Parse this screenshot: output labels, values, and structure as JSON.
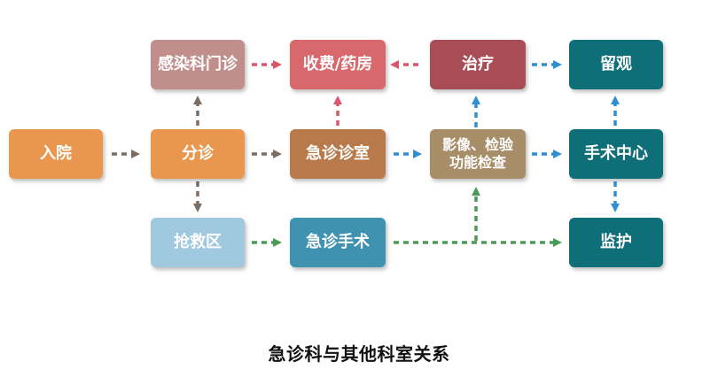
{
  "diagram": {
    "caption": "急诊科与其他科室关系",
    "colors": {
      "orange": "#e9974f",
      "rose": "#c08f8c",
      "red": "#d9686d",
      "maroon": "#a84d55",
      "brown": "#b87a4a",
      "khaki": "#a78d68",
      "teal": "#0f6f78",
      "blue": "#3f93b0",
      "lightblue": "#a0c8de",
      "arrow_gray": "#7c6d63",
      "arrow_red": "#d9556a",
      "arrow_blue": "#2f8fd0",
      "arrow_green": "#4c9a57"
    },
    "nodes": {
      "admission": "入院",
      "triage": "分诊",
      "infection_clinic": "感染科门诊",
      "cashier_pharmacy": "收费/药房",
      "treatment": "治疗",
      "observation": "留观",
      "emergency_room": "急诊诊室",
      "imaging": "影像、检验\n功能检查",
      "surgery_center": "手术中心",
      "rescue_area": "抢救区",
      "emergency_surgery": "急诊手术",
      "monitoring": "监护"
    }
  }
}
